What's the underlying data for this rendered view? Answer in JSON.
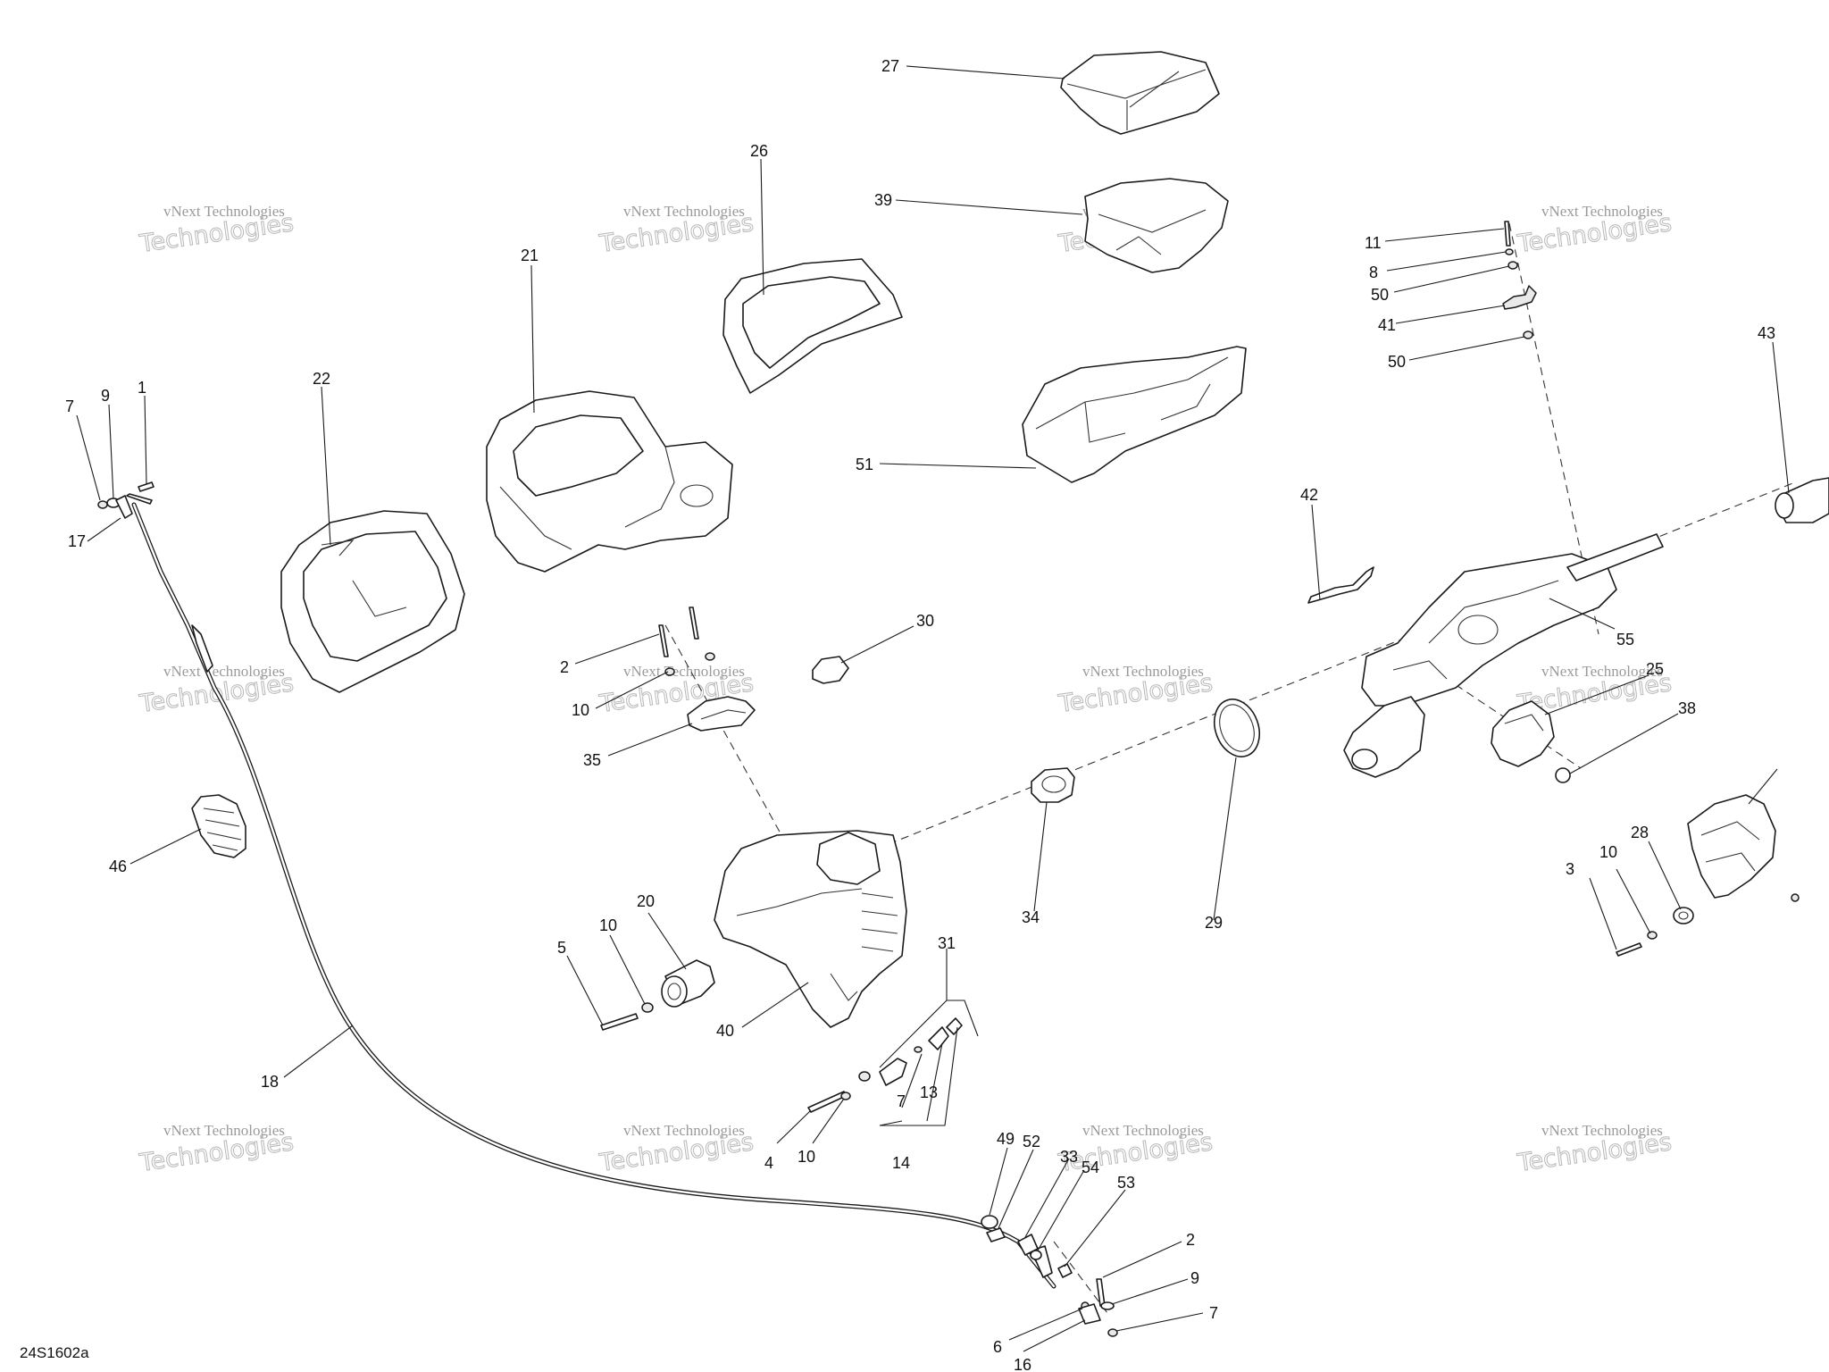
{
  "diagram_code": "24S1602a",
  "watermark": {
    "line1": "vNext Technologies",
    "line2": "Technologies"
  },
  "callouts": [
    "27",
    "39",
    "26",
    "21",
    "22",
    "11",
    "8",
    "50",
    "41",
    "50",
    "43",
    "51",
    "42",
    "7",
    "9",
    "1",
    "17",
    "55",
    "30",
    "2",
    "10",
    "35",
    "25",
    "38",
    "46",
    "34",
    "29",
    "20",
    "10",
    "5",
    "31",
    "40",
    "3",
    "10",
    "28",
    "18",
    "7",
    "13",
    "14",
    "4",
    "10",
    "49",
    "52",
    "33",
    "54",
    "53",
    "2",
    "9",
    "7",
    "6",
    "16"
  ]
}
